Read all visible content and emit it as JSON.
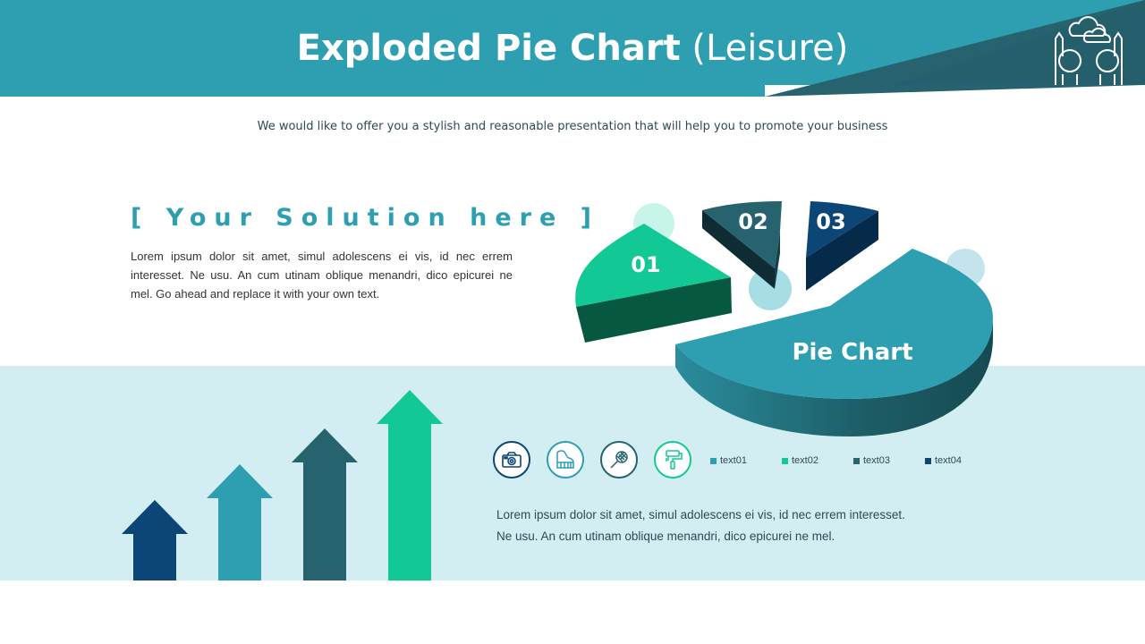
{
  "header": {
    "title_bold": "Exploded Pie Chart",
    "title_light": "(Leisure)",
    "subtitle": "We would like to offer you a stylish and reasonable presentation that will help you to promote your business"
  },
  "left": {
    "heading": "[ Your Solution here ]",
    "body": "Lorem ipsum dolor sit amet, simul adolescens ei vis, id nec errem interesset. Ne usu. An cum utinam oblique menandri, dico epicurei ne mel. Go ahead and replace it with your own text."
  },
  "pie": {
    "center_label": "Pie Chart",
    "slices": [
      {
        "label": "01",
        "color": "#12c895"
      },
      {
        "label": "02",
        "color": "#27636f"
      },
      {
        "label": "03",
        "color": "#0b4676"
      },
      {
        "label": "",
        "color": "#2e9fb1"
      }
    ]
  },
  "icons": [
    {
      "name": "camera-icon",
      "color": "#0b4676"
    },
    {
      "name": "piano-icon",
      "color": "#2e9fb1"
    },
    {
      "name": "badminton-racket-icon",
      "color": "#27636f"
    },
    {
      "name": "paint-roller-icon",
      "color": "#12c895"
    }
  ],
  "legend": [
    {
      "label": "text01",
      "color": "#2e9fb1"
    },
    {
      "label": "text02",
      "color": "#12c895"
    },
    {
      "label": "text03",
      "color": "#27636f"
    },
    {
      "label": "text04",
      "color": "#0b4676"
    }
  ],
  "right_body_line1": "Lorem ipsum dolor sit amet, simul adolescens ei vis, id nec errem interesset.",
  "right_body_line2": "Ne usu. An cum utinam oblique menandri, dico epicurei ne mel.",
  "colors": {
    "teal": "#2e9fb1",
    "dark_teal": "#27636f",
    "navy": "#0b4676",
    "green": "#12c895",
    "band": "#d2eef2"
  }
}
